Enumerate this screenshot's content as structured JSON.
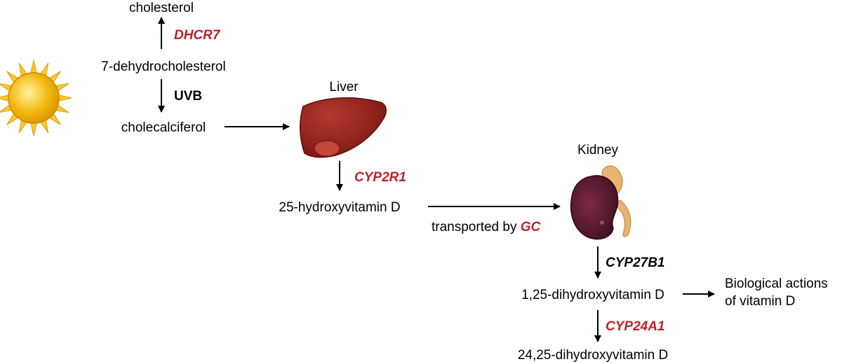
{
  "compounds": {
    "cholesterol": "cholesterol",
    "dehydrocholesterol": "7-dehydrocholesterol",
    "cholecalciferol": "cholecalciferol",
    "hydroxyvitamin_d25": "25-hydroxyvitamin D",
    "dihydroxyvitamin_d125": "1,25-dihydroxyvitamin D",
    "dihydroxyvitamin_d2425": "24,25-dihydroxyvitamin D"
  },
  "organs": {
    "liver": "Liver",
    "kidney": "Kidney"
  },
  "enzymes": {
    "dhcr7": "DHCR7",
    "uvb": "UVB",
    "cyp2r1": "CYP2R1",
    "gc": "GC",
    "cyp27b1": "CYP27B1",
    "cyp24a1": "CYP24A1"
  },
  "transport_prefix": "transported by ",
  "biological_actions": {
    "line1": "Biological actions",
    "line2": "of vitamin D"
  },
  "colors": {
    "gene_red": "#c0202a",
    "text_black": "#000000",
    "liver": "#8e1b16",
    "kidney": "#5a1a2c",
    "adrenal": "#e8b470",
    "sun_core": "#f2b90f",
    "sun_rays": "#f7c932"
  },
  "icons": [
    "sun-icon",
    "liver-icon",
    "kidney-icon"
  ]
}
